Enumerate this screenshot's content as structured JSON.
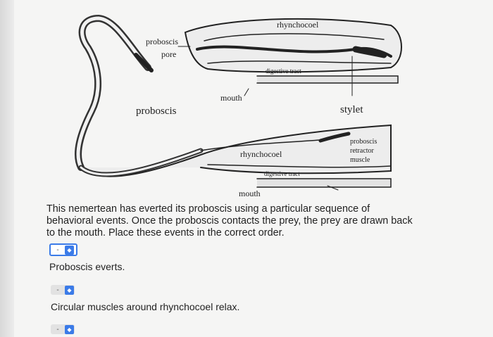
{
  "figure": {
    "labels": {
      "rhynchocoel_top": "rhynchocoel",
      "proboscis_pore_1": "proboscis",
      "proboscis_pore_2": "pore",
      "digestive_tract_top": "digestive tract",
      "mouth_top": "mouth",
      "proboscis": "proboscis",
      "stylet": "stylet",
      "retractor_1": "proboscis",
      "retractor_2": "retractor",
      "retractor_3": "muscle",
      "rhynchocoel_bottom": "rhynchocoel",
      "digestive_tract_bottom": "digestive tract",
      "mouth_bottom": "mouth"
    }
  },
  "question": {
    "text": "This nemertean has everted its proboscis using a particular sequence of behavioral events. Once the proboscis contacts the prey, the prey are drawn back to the mouth. Place these events in the correct order."
  },
  "items": [
    {
      "selected": "-",
      "event": "Proboscis everts."
    },
    {
      "selected": "-",
      "event": "Circular muscles around rhynchocoel relax."
    },
    {
      "selected": "-",
      "event": ""
    }
  ]
}
